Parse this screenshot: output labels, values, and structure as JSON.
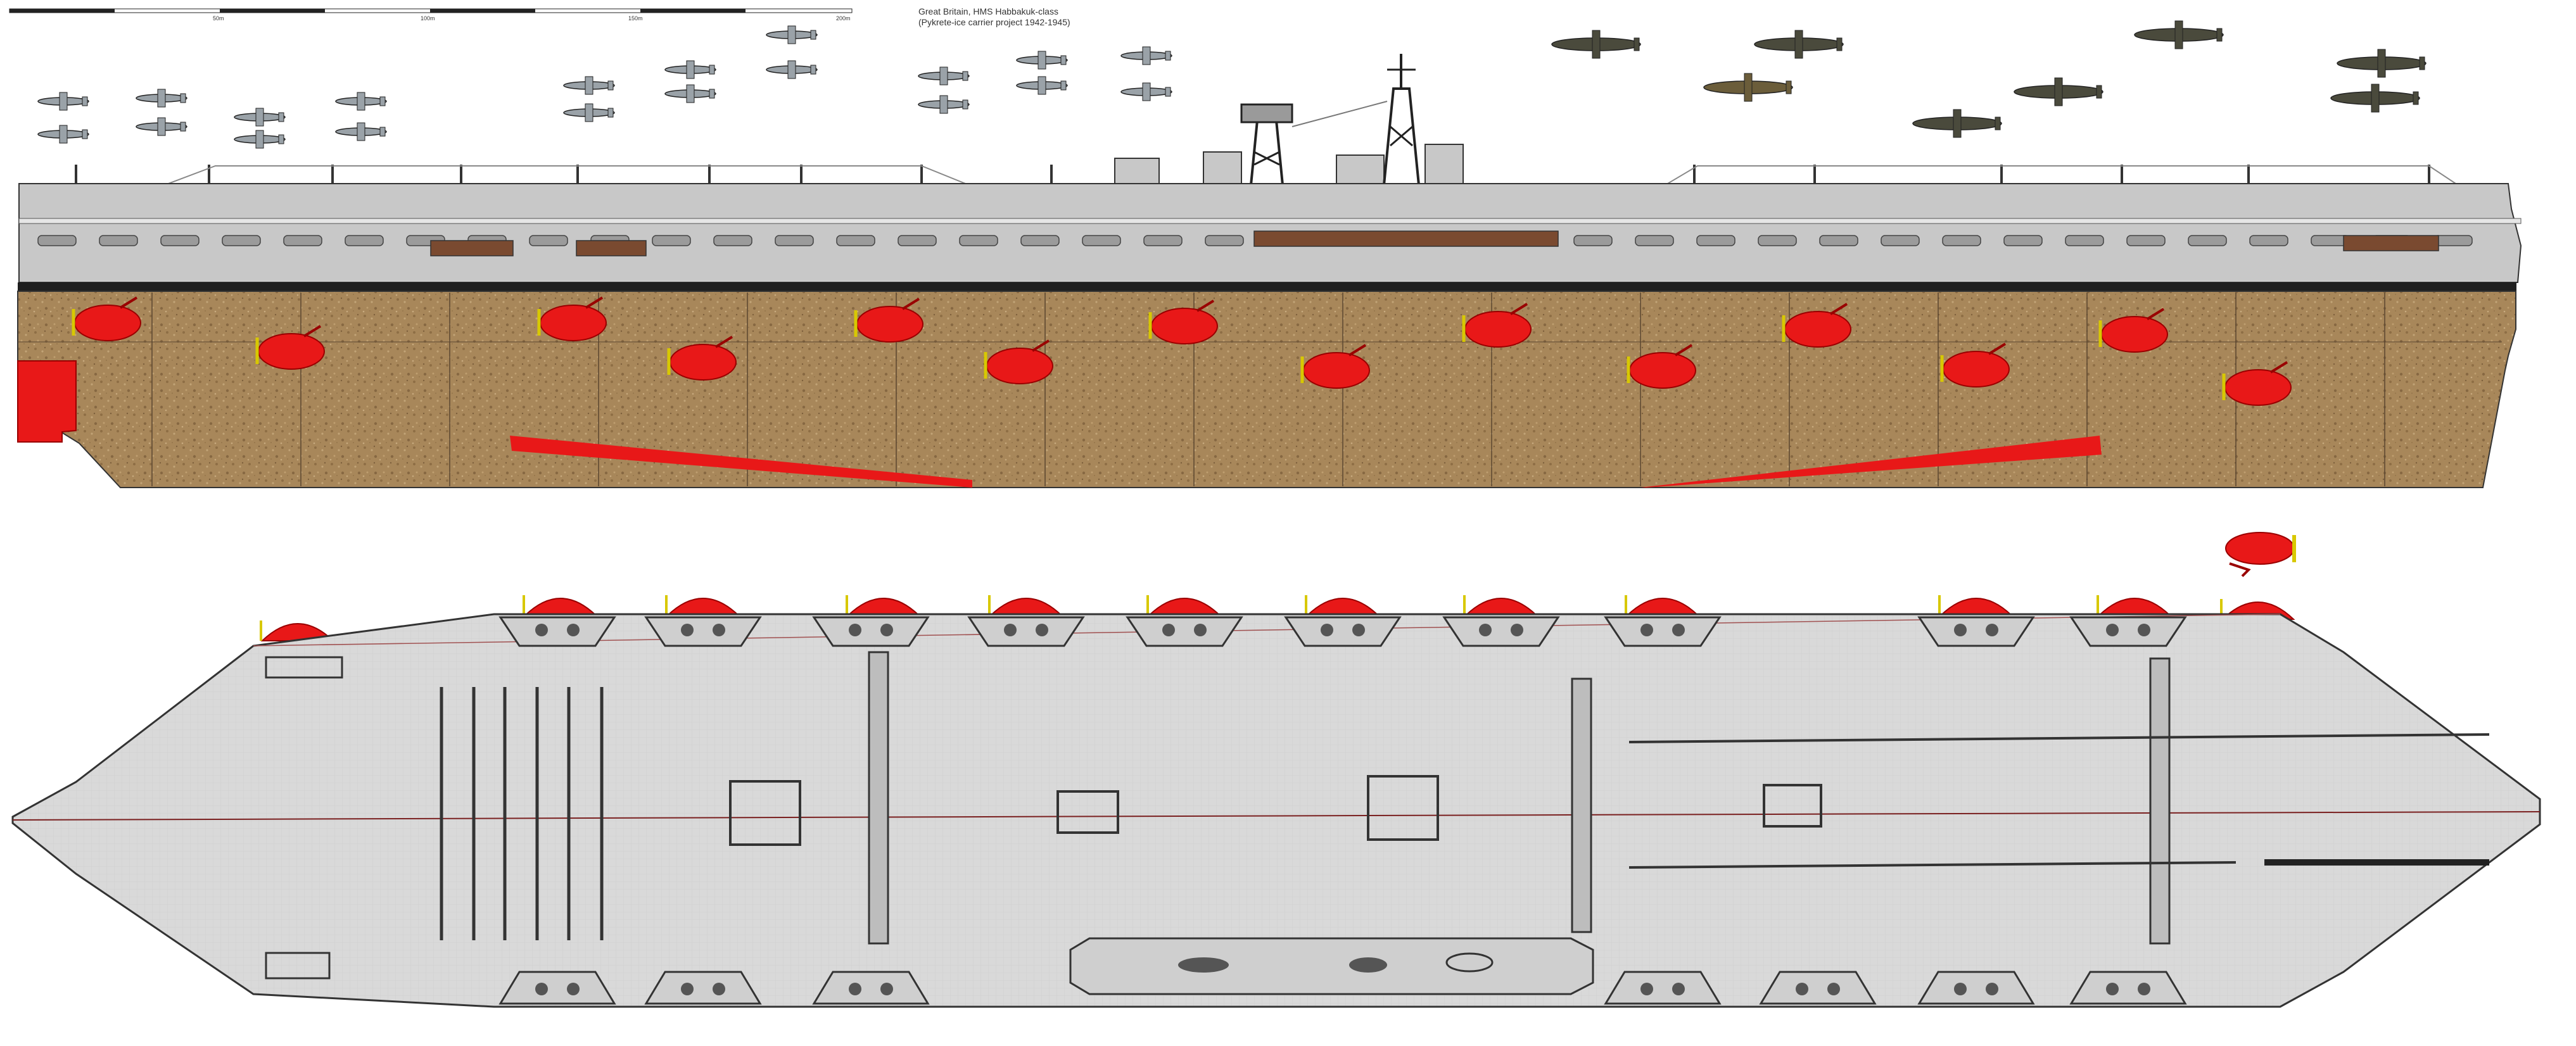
{
  "title": {
    "line1": "Great Britain, HMS Habbakuk-class",
    "line2": "(Pykrete-ice carrier project 1942-1945)"
  },
  "scale_bar": {
    "labels": [
      "50m",
      "100m",
      "150m",
      "200m"
    ]
  },
  "colors": {
    "hull_pykrete": "#a8875a",
    "superstructure": "#c8c8c8",
    "deck_plan": "#d9d9d9",
    "motor_pods": "#e81818",
    "rudders": "#e81818",
    "deck_edge": "#1e1e1e"
  },
  "views": [
    "side-elevation",
    "deck-plan"
  ]
}
